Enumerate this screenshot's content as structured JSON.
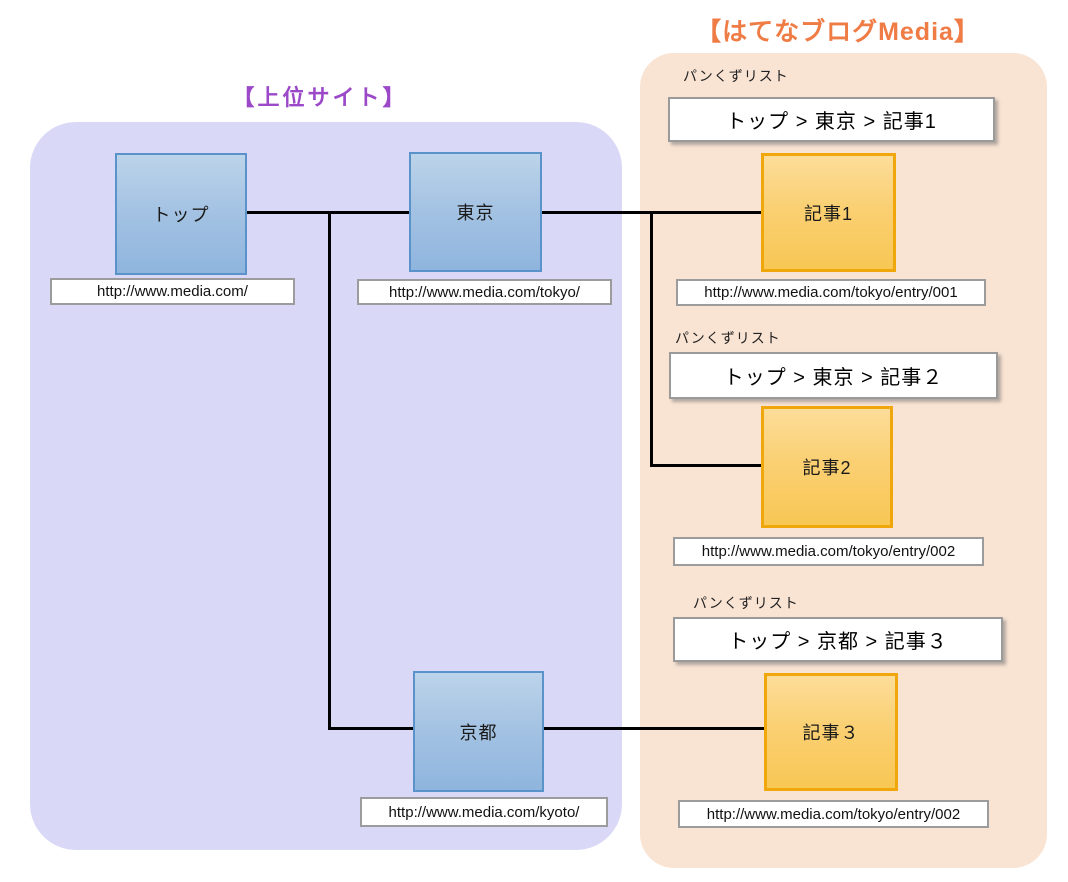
{
  "titles": {
    "upper_site": "【上位サイト】",
    "hatena_media": "【はてなブログMedia】"
  },
  "colors": {
    "upper_title_text": "#9b49c8",
    "media_title_text": "#ef7b45",
    "upper_region_bg": "#d9d9f7",
    "media_region_bg": "#f9e3d3",
    "site_node_fill": "#a5c3e3",
    "site_node_border": "#5a93c9",
    "article_node_fill": "#fad073",
    "article_node_border": "#f0a70c",
    "connector": "#000000"
  },
  "nodes": {
    "top": {
      "label": "トップ",
      "url": "http://www.media.com/"
    },
    "tokyo": {
      "label": "東京",
      "url": "http://www.media.com/tokyo/"
    },
    "kyoto": {
      "label": "京都",
      "url": "http://www.media.com/kyoto/"
    },
    "article1": {
      "label": "記事1",
      "url": "http://www.media.com/tokyo/entry/001"
    },
    "article2": {
      "label": "記事2",
      "url": "http://www.media.com/tokyo/entry/002"
    },
    "article3": {
      "label": "記事３",
      "url": "http://www.media.com/tokyo/entry/002"
    }
  },
  "breadcrumbs": {
    "caption": "パンくずリスト",
    "item1": "トップ > 東京 > 記事1",
    "item2": "トップ > 東京 > 記事２",
    "item3": "トップ > 京都 > 記事３"
  }
}
